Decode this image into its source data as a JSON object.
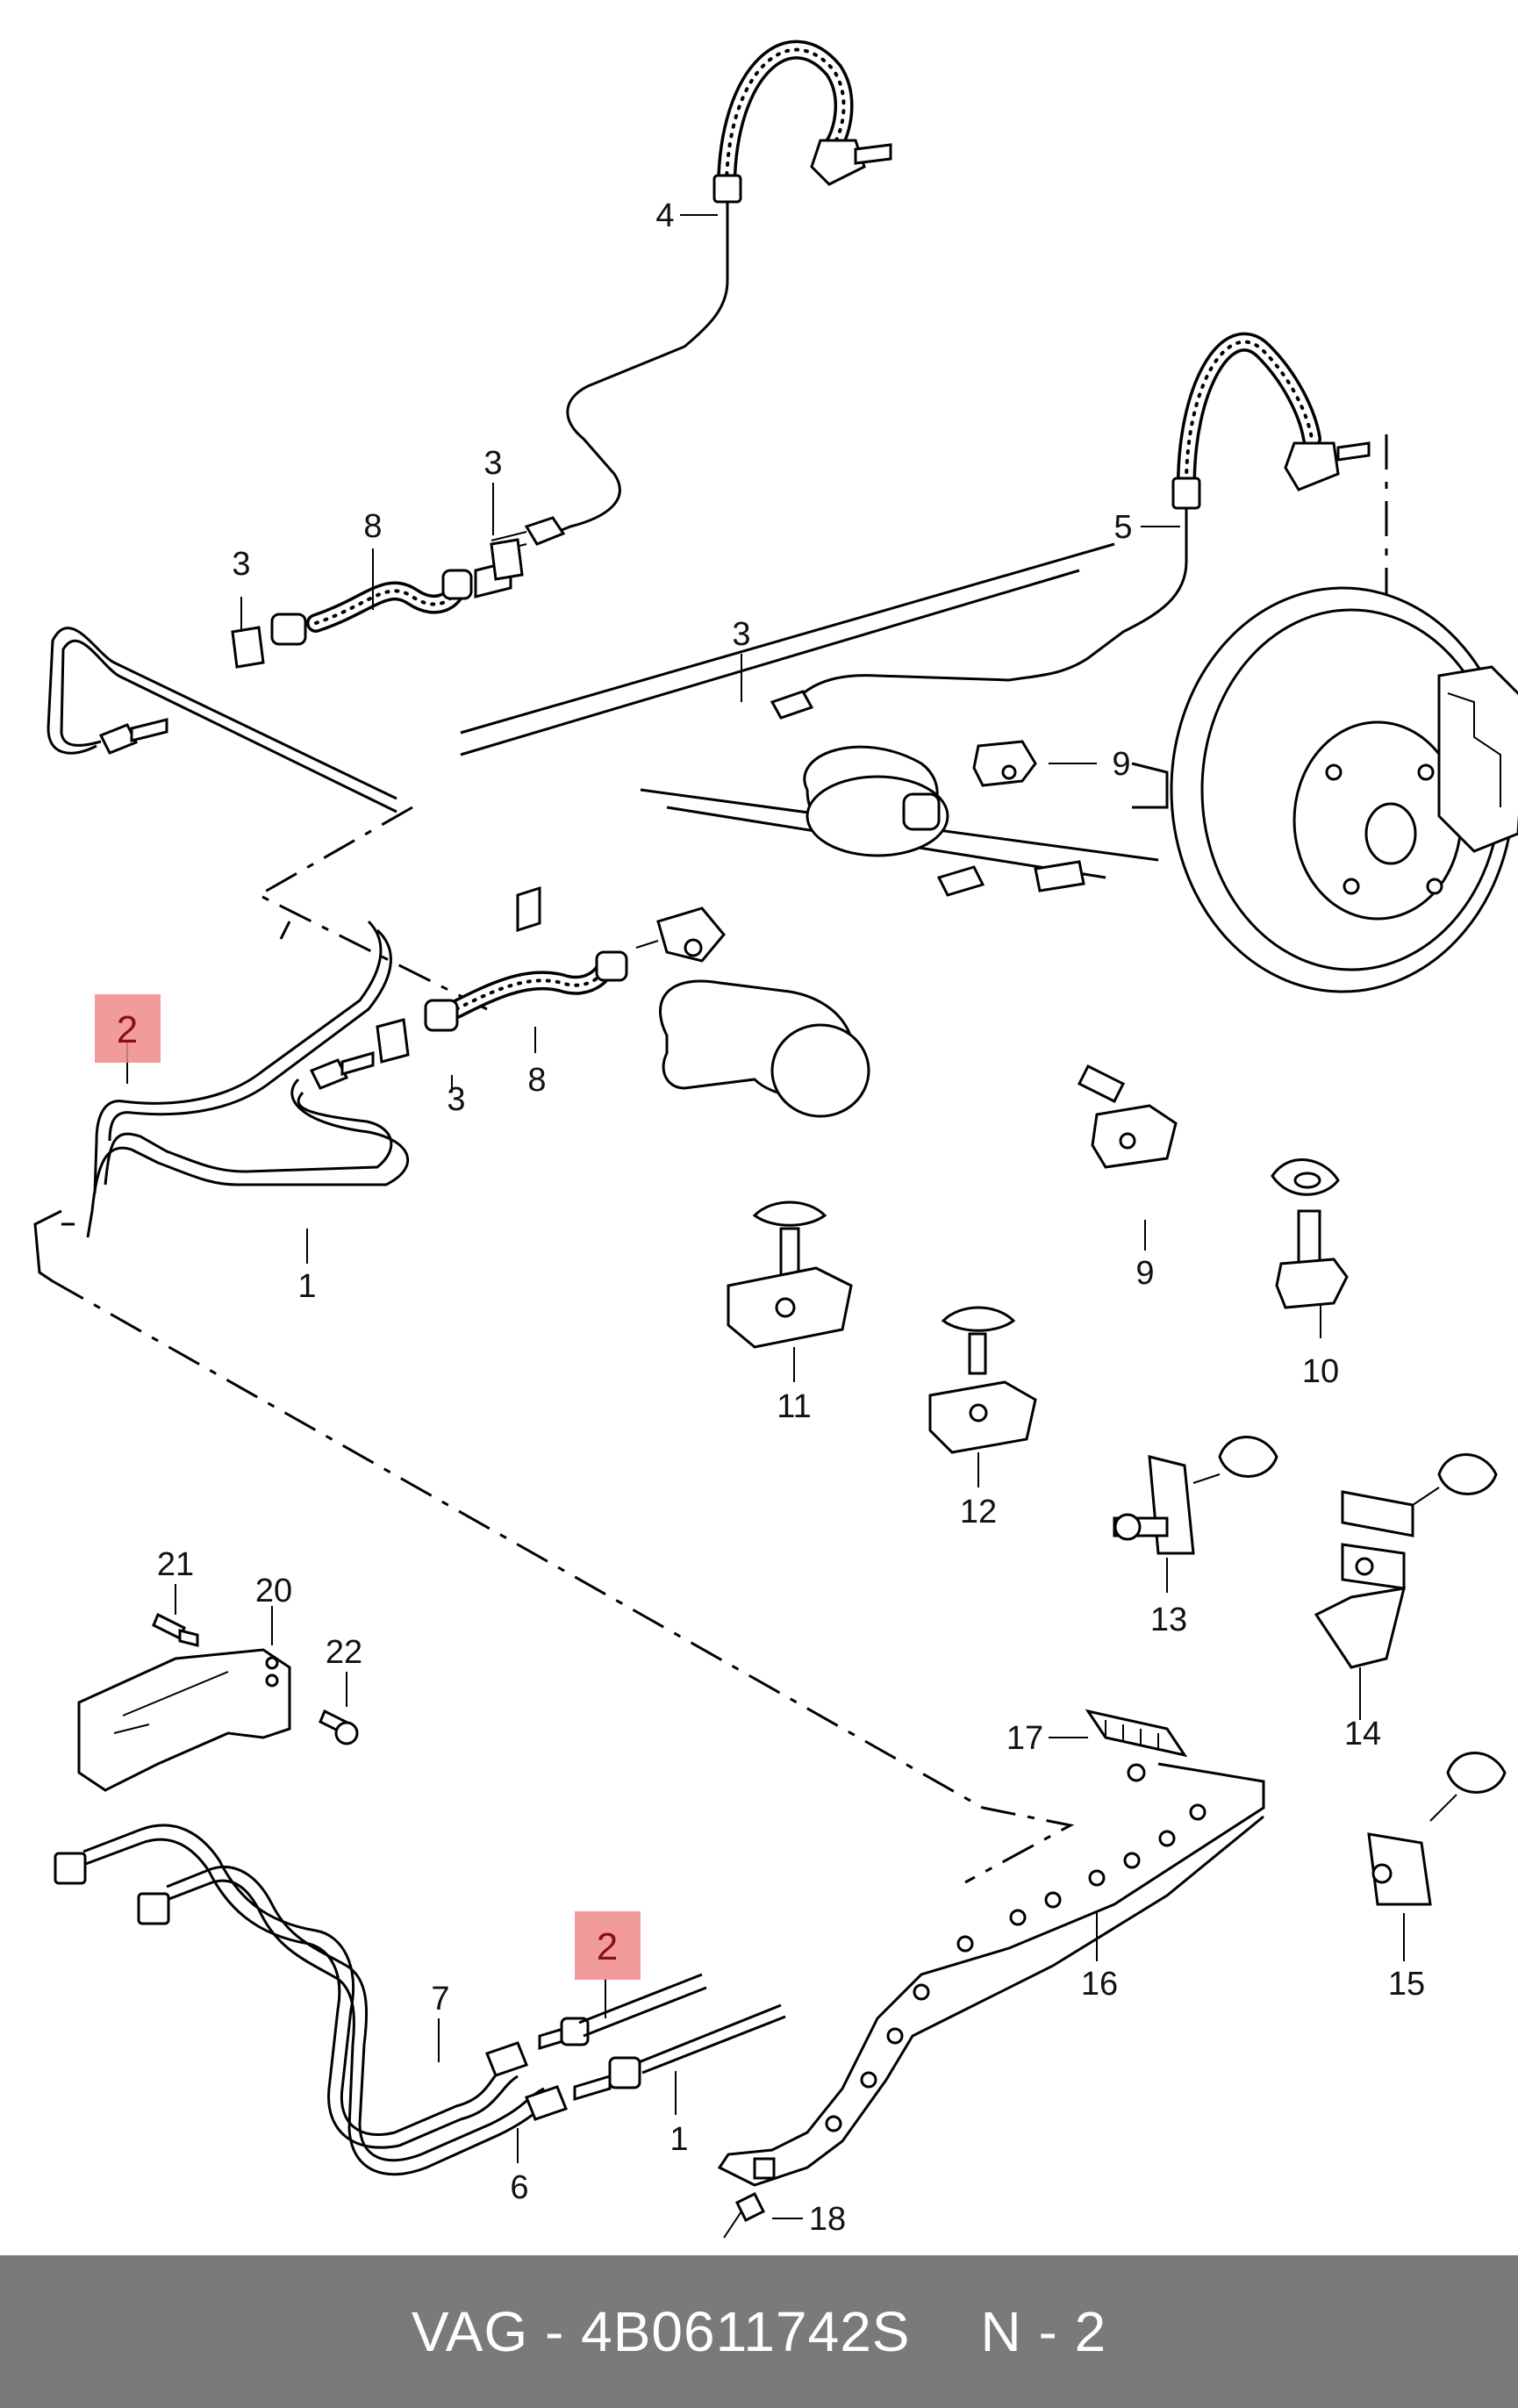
{
  "footer": {
    "brand": "VAG",
    "part_number": "VAG - 4B0611742S",
    "position": "N - 2"
  },
  "callouts": {
    "c1a": "1",
    "c1b": "1",
    "c2a": "2",
    "c2b": "2",
    "c3a": "3",
    "c3b": "3",
    "c3c": "3",
    "c3d": "3",
    "c4": "4",
    "c5": "5",
    "c6": "6",
    "c7": "7",
    "c8a": "8",
    "c8b": "8",
    "c9a": "9",
    "c9b": "9",
    "c10": "10",
    "c11": "11",
    "c12": "12",
    "c13": "13",
    "c14": "14",
    "c15": "15",
    "c16": "16",
    "c17": "17",
    "c18": "18",
    "c20": "20",
    "c21": "21",
    "c22": "22"
  },
  "highlight_color": "#f08a8a",
  "footer_color": "#7a7a7a"
}
